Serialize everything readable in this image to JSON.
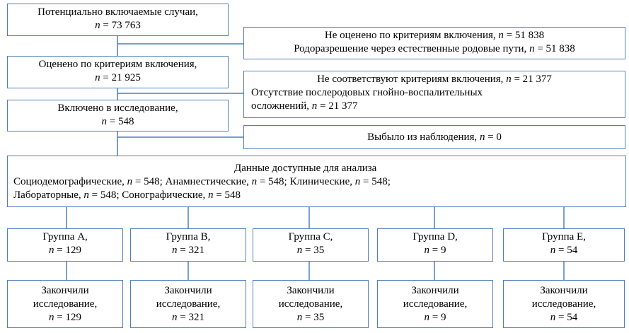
{
  "colors": {
    "border": "#4f7fbf",
    "text": "#000000",
    "background": "#ffffff"
  },
  "n_symbol": "n",
  "potential": {
    "label": "Потенциально включаемые случаи,",
    "n": "= 73 763"
  },
  "excl1": {
    "line1_label": "Не оценено по критериям включения,",
    "line1_n": "= 51 838",
    "line2_label": "Родоразрешение через естественные родовые пути,",
    "line2_n": "= 51 838"
  },
  "assessed": {
    "label": "Оценено по критериям включения,",
    "n": "= 21 925"
  },
  "excl2": {
    "line1_label": "Не соответствуют критериям включения,",
    "line1_n": "= 21 377",
    "line2": "Отсутствие послеродовых гнойно-воспалительных",
    "line3_label": "осложнений,",
    "line3_n": "= 21 377"
  },
  "included": {
    "label": "Включено в исследование,",
    "n": "= 548"
  },
  "dropout": {
    "label": "Выбыло из наблюдения,",
    "n": "= 0"
  },
  "analysis": {
    "title": "Данные доступные для анализа",
    "l2a": "Социодемографические,",
    "l2a_n": "= 548; Анамнестические,",
    "l2b_n": "= 548; Клинические,",
    "l2c_n": "= 548;",
    "l3a": "Лабораторные,",
    "l3a_n": "= 548; Сонографические,",
    "l3b_n": "= 548"
  },
  "groups": [
    {
      "label": "Группа A,",
      "n": "= 129",
      "done1": "Закончили",
      "done2": "исследование,",
      "done_n": "= 129"
    },
    {
      "label": "Группа B,",
      "n": "= 321",
      "done1": "Закончили",
      "done2": "исследование,",
      "done_n": "= 321"
    },
    {
      "label": "Группа C,",
      "n": "= 35",
      "done1": "Закончили",
      "done2": "исследование,",
      "done_n": "= 35"
    },
    {
      "label": "Группа D,",
      "n": "= 9",
      "done1": "Закончили",
      "done2": "исследование,",
      "done_n": "= 9"
    },
    {
      "label": "Группа E,",
      "n": "= 54",
      "done1": "Закончили",
      "done2": "исследование,",
      "done_n": "= 54"
    }
  ]
}
